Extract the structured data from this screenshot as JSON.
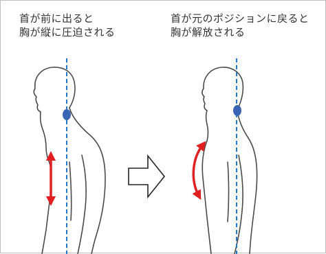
{
  "left_panel": {
    "caption_line1": "首が前に出ると",
    "caption_line2": "胸が縦に圧迫される"
  },
  "right_panel": {
    "caption_line1": "首が元のポジションに戻ると",
    "caption_line2": "胸が解放される"
  },
  "colors": {
    "plumb_line": "#1f78c8",
    "neck_dot": "#3a64b4",
    "arrow": "#e02020",
    "outline": "#4a4a4a"
  },
  "icons": {
    "transition": "right-arrow-outline-icon"
  }
}
